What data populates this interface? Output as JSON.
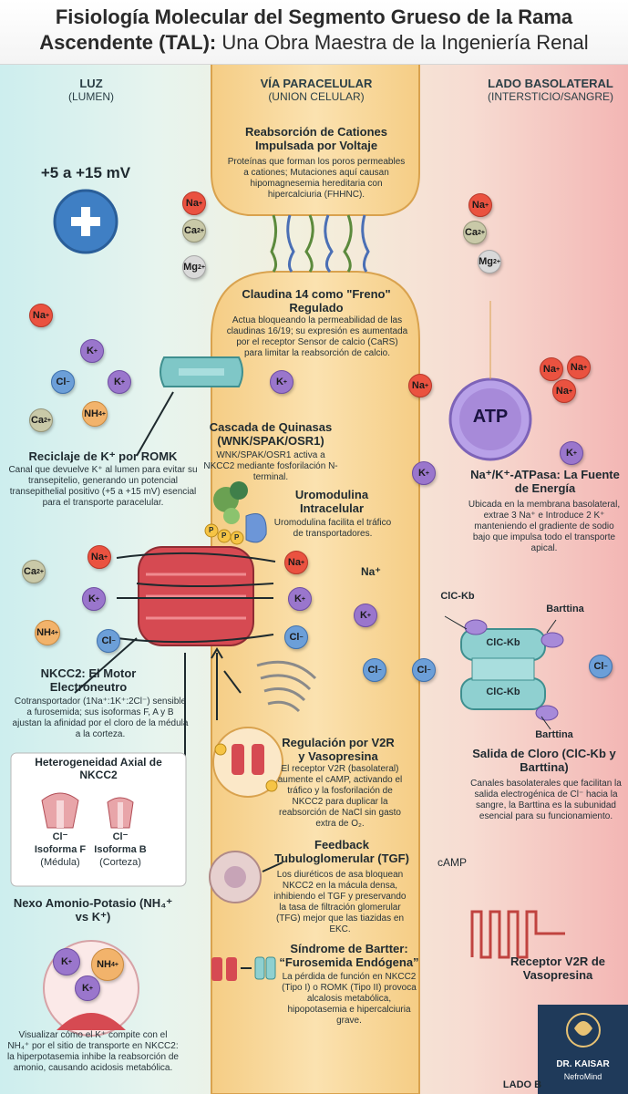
{
  "title": {
    "line1": "Fisiología Molecular del Segmento Grueso de la Rama",
    "line2_bold": "Ascendente (TAL):",
    "line2_rest": " Una Obra Maestra de la Ingeniería Renal"
  },
  "columns": {
    "lumen": {
      "heading": "LUZ",
      "sub": "(LUMEN)"
    },
    "paracellular": {
      "heading": "VÍA PARACELULAR",
      "sub": "(UNION CELULAR)"
    },
    "basolateral": {
      "heading": "LADO BASOLATERAL",
      "sub": "(INTERSTICIO/SANGRE)"
    }
  },
  "voltage": {
    "label": "+5 a +15 mV"
  },
  "cation_reabsorption": {
    "title": "Reabsorción de Cationes Impulsada por Voltaje",
    "text": "Proteínas que forman los poros permeables a cationes; Mutaciones aquí causan hipomagnesemia hereditaria con hipercalciuria (FHHNC)."
  },
  "claudin14": {
    "title": "Claudina 14 como \"Freno\" Regulado",
    "text": "Actua bloqueando la permeabilidad de las claudinas 16/19; su expresión es aumentada por el receptor Sensor de calcio (CaRS) para limitar la reabsorción de calcio."
  },
  "romk": {
    "title": "Reciclaje de K⁺ por ROMK",
    "text": "Canal que devuelve K⁺ al lumen para evitar su transepitelio, generando un potencial transepithelial positivo (+5 a +15 mV) esencial para el transporte paracelular."
  },
  "kinases": {
    "title": "Cascada de Quinasas (WNK/SPAK/OSR1)",
    "text": "WNK/SPAK/OSR1 activa a NKCC2 mediante fosforilación N-terminal."
  },
  "uromodulin": {
    "title": "Uromodulina Intracelular",
    "text": "Uromodulina facilita el tráfico de transportadores."
  },
  "atpase": {
    "icon_label": "ATP",
    "title": "Na⁺/K⁺-ATPasa: La Fuente de Energía",
    "text": "Ubicada en la membrana basolateral, extrae 3 Na⁺ e Introduce 2 K⁺ manteniendo el gradiente de sodio bajo que impulsa todo el transporte apical."
  },
  "nkcc2": {
    "title": "NKCC2: El Motor Electroneutro",
    "text": "Cotransportador (1Na⁺:1K⁺:2Cl⁻) sensible a furosemida; sus isoformas F, A y B ajustan la afinidad por el cloro de la médula a la corteza."
  },
  "axial": {
    "title": "Heterogeneidad Axial de NKCC2",
    "f_ion": "Cl⁻",
    "f_label": "Isoforma F",
    "f_sub": "(Médula)",
    "b_ion": "Cl⁻",
    "b_label": "Isoforma B",
    "b_sub": "(Corteza)"
  },
  "ammonium": {
    "title": "Nexo Amonio-Potasio (NH₄⁺ vs K⁺)",
    "text": "Visualizar cómo el K⁺ compite con el NH₄⁺ por el sitio de transporte en NKCC2: la hiperpotasemia inhibe la reabsorción de amonio, causando acidosis metabólica."
  },
  "v2r": {
    "title": "Regulación por V2R y Vasopresina",
    "text": "El receptor V2R (basolateral) aumente el cAMP, activando el tráfico y la fosforilación de NKCC2 para duplicar la reabsorción de NaCl sin gasto extra de O₂."
  },
  "tgf": {
    "title": "Feedback Tubuloglomerular (TGF)",
    "text": "Los diuréticos de asa bloquean NKCC2 en la mácula densa, inhibiendo el TGF y preservando la tasa de filtración glomerular (TFG) mejor que las tiazidas en EKC.",
    "camp": "cAMP"
  },
  "bartter": {
    "title": "Síndrome de Bartter: “Furosemida Endógena”",
    "text": "La pérdida de función en NKCC2 (Tipo I) o ROMK (Tipo II) provoca alcalosis metabólica, hipopotasemia e hipercalciuria grave."
  },
  "clc": {
    "top_label": "ClC-Kb",
    "barttin_top": "Barttina",
    "channel1": "ClC-Kb",
    "channel2": "ClC-Kb",
    "barttin_bottom": "Barttina",
    "title": "Salida de Cloro (ClC-Kb y Barttina)",
    "text": "Canales basolaterales que facilitan la salida electrogénica de Cl⁻ hacia la sangre, la Barttina es la subunidad esencial para su funcionamiento."
  },
  "receptor_v2r": {
    "title": "Receptor V2R de Vasopresina"
  },
  "brand": {
    "name": "DR. KAISAR",
    "sub": "NefroMind"
  },
  "footer_fragment": "LADO B",
  "ions": {
    "na": "Na",
    "k": "K",
    "cl": "Cl",
    "ca": "Ca",
    "mg": "Mg",
    "nh4": "NH",
    "plain_na": "Na⁺"
  },
  "colors": {
    "sodium": "#ea5240",
    "potassium": "#9a76cc",
    "chloride": "#6c9fd8",
    "calcium": "#c9c9a8",
    "cell": "#f7d9a3",
    "nkcc2": "#d64a52",
    "clc": "#8fd0d0"
  }
}
